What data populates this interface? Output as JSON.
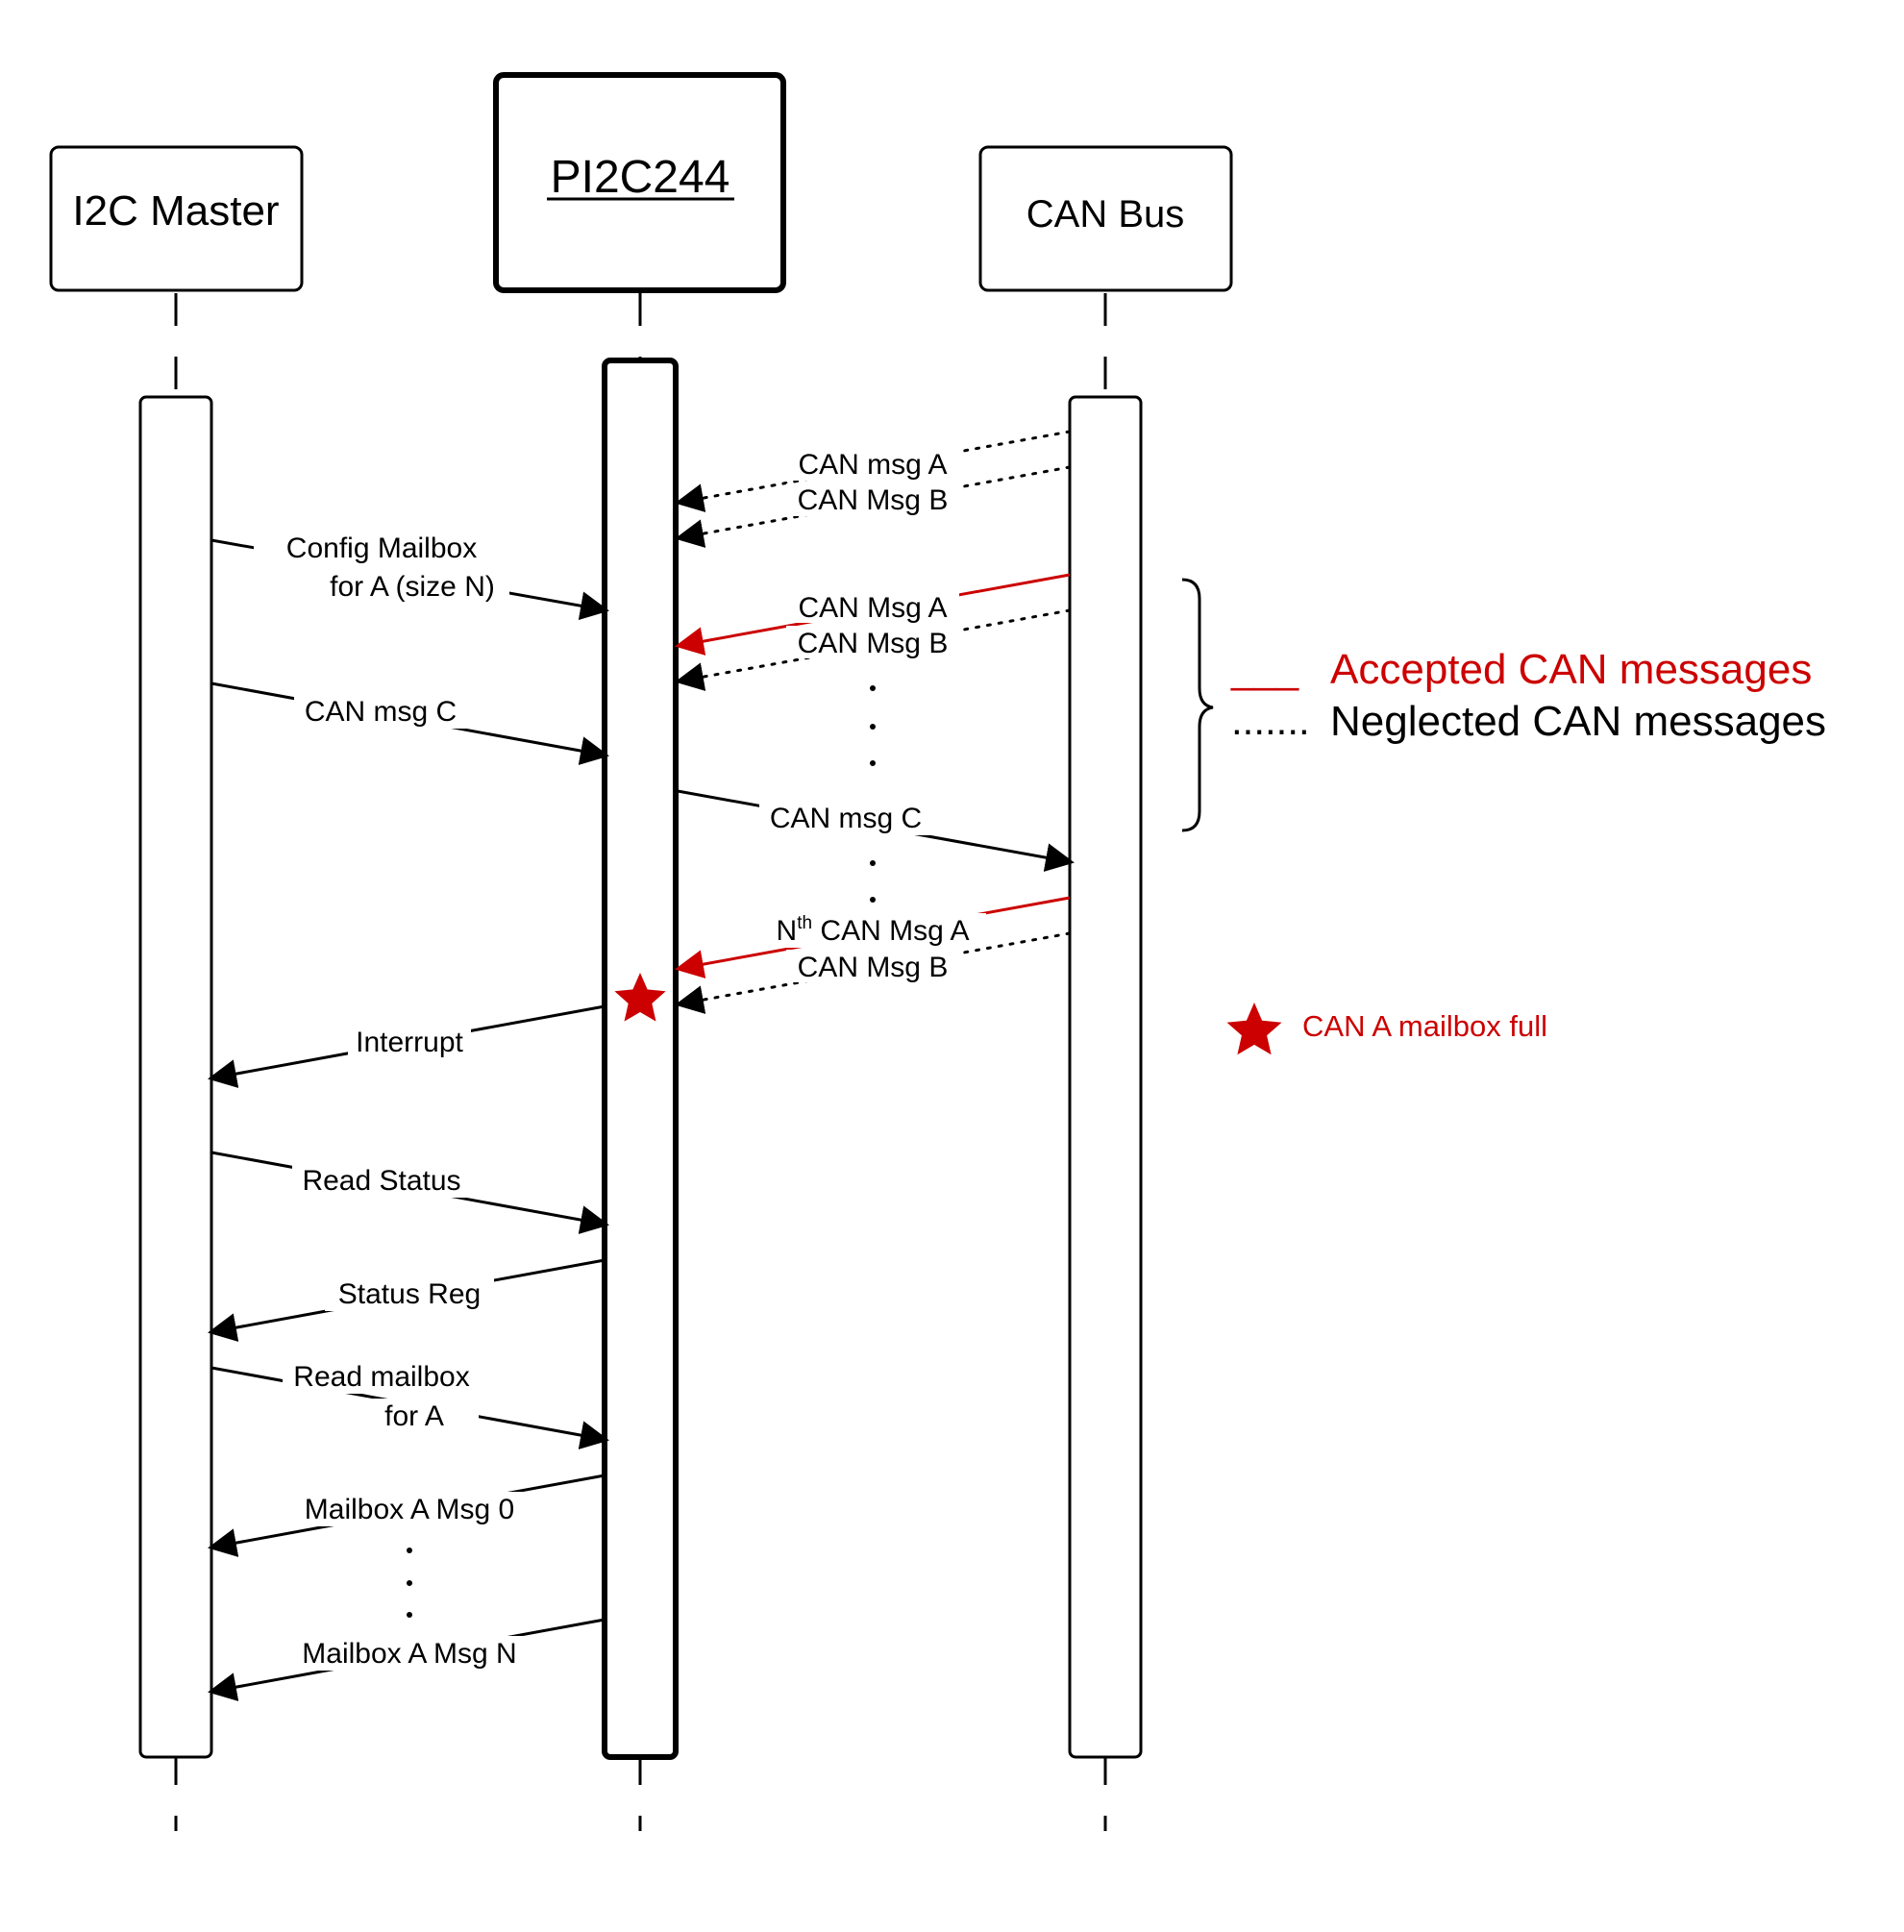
{
  "participants": {
    "master": "I2C Master",
    "chip": "PI2C244",
    "bus": "CAN Bus"
  },
  "messages": {
    "can_msg_a_1": "CAN msg A",
    "can_msg_b_1": "CAN Msg B",
    "config_1": "Config Mailbox",
    "config_2": "for A (size N)",
    "can_msg_a_2": "CAN Msg A",
    "can_msg_b_2": "CAN Msg B",
    "can_msg_c_in": "CAN msg C",
    "can_msg_c_out": "CAN msg C",
    "nth_prefix": "N",
    "nth_sup": "th",
    "nth_rest": " CAN Msg A",
    "can_msg_b_3": "CAN Msg B",
    "interrupt": "Interrupt",
    "read_status": "Read Status",
    "status_reg": "Status Reg",
    "read_mailbox_1": "Read mailbox",
    "read_mailbox_2": "for A",
    "mailbox_msg_0": "Mailbox A Msg 0",
    "mailbox_msg_n": "Mailbox A Msg N"
  },
  "legend": {
    "accepted_marker": "___",
    "accepted": "Accepted CAN messages",
    "neglected_marker": ".......",
    "neglected": "Neglected CAN messages",
    "mailbox_full": "CAN A mailbox full"
  },
  "colors": {
    "accepted": "#cc0000",
    "neglected": "#000000",
    "star": "#cc0000"
  }
}
